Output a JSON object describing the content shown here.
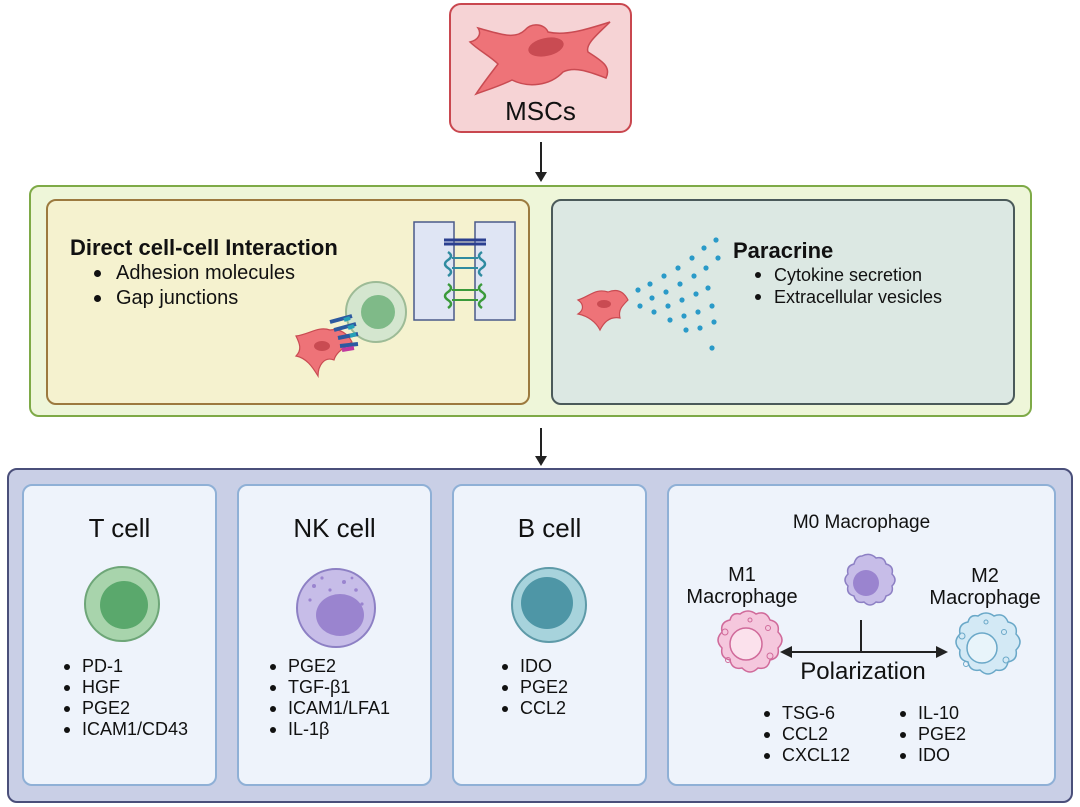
{
  "msc": {
    "label": "MSCs"
  },
  "mechanisms": {
    "direct": {
      "title": "Direct cell-cell Interaction",
      "items": [
        "Adhesion molecules",
        "Gap junctions"
      ]
    },
    "paracrine": {
      "title": "Paracrine",
      "items": [
        "Cytokine secretion",
        "Extracellular vesicles"
      ]
    }
  },
  "targets": {
    "tcell": {
      "title": "T cell",
      "items": [
        "PD-1",
        "HGF",
        "PGE2",
        "ICAM1/CD43"
      ]
    },
    "nkcell": {
      "title": "NK cell",
      "items": [
        "PGE2",
        "TGF-β1",
        "ICAM1/LFA1",
        "IL-1β"
      ]
    },
    "bcell": {
      "title": "B cell",
      "items": [
        "IDO",
        "PGE2",
        "CCL2"
      ]
    },
    "macrophage": {
      "m0": "M0 Macrophage",
      "m1_line1": "M1",
      "m1_line2": "Macrophage",
      "m2_line1": "M2",
      "m2_line2": "Macrophage",
      "polarization": "Polarization",
      "m1_items": [
        "TSG-6",
        "CCL2",
        "CXCL12"
      ],
      "m2_items": [
        "IL-10",
        "PGE2",
        "IDO"
      ]
    }
  },
  "colors": {
    "msc_fill": "#f6d3d5",
    "msc_border": "#c9474f",
    "mech_outer_fill": "#eef6d9",
    "mech_outer_border": "#7eaa47",
    "direct_fill": "#f5f2cf",
    "direct_border": "#9c7a3f",
    "paracrine_fill": "#dce8e3",
    "paracrine_border": "#4b5a5a",
    "target_outer_fill": "#c9cfe6",
    "target_outer_border": "#4a4f7a",
    "target_card_fill": "#eef3fb",
    "target_card_border": "#8fb0d6"
  }
}
